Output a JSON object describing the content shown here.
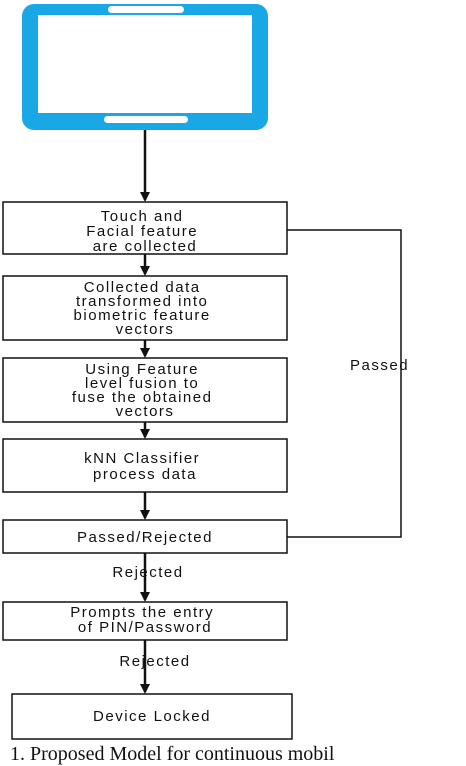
{
  "diagram": {
    "phone_icon": "smartphone-icon",
    "steps": {
      "collect": [
        "Touch and",
        "Facial feature",
        "are collected"
      ],
      "transform": [
        "Collected data",
        "transformed into",
        "biometric feature",
        "vectors"
      ],
      "fusion": [
        "Using Feature",
        "level fusion to",
        "fuse the obtained",
        "vectors"
      ],
      "classify": [
        "kNN Classifier",
        "process data"
      ],
      "decision": [
        "Passed/Rejected"
      ],
      "prompt": [
        "Prompts the entry",
        "of PIN/Password"
      ],
      "locked": [
        "Device Locked"
      ]
    },
    "edge_labels": {
      "passed": "Passed",
      "rejected_1": "Rejected",
      "rejected_2": "Rejected"
    },
    "caption": "1. Proposed Model for continuous mobil"
  }
}
